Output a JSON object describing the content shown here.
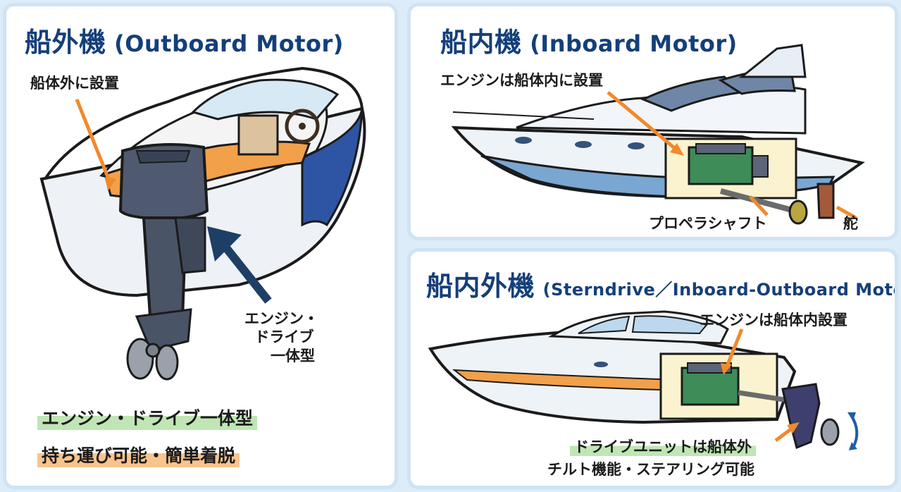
{
  "outboard": {
    "title_jp": "船外機",
    "title_en": "(Outboard Motor)",
    "label_mount": "船体外に設置",
    "label_integrated_lines": [
      "エンジン・",
      "ドライブ",
      "一体型"
    ],
    "highlight_1": "エンジン・ドライブ一体型",
    "highlight_2": "持ち運び可能・簡単着脱"
  },
  "inboard": {
    "title_jp": "船内機",
    "title_en": "(Inboard Motor)",
    "label_engine": "エンジンは船体内に設置",
    "label_shaft": "プロペラシャフト",
    "label_rudder": "舵"
  },
  "sterndrive": {
    "title_jp": "船内外機",
    "title_en": "(Sterndrive／Inboard-Outboard Motor)",
    "label_engine": "エンジンは船体内設置",
    "label_drive": "ドライブユニットは船体外",
    "label_tilt": "チルト機能・ステアリング可能"
  },
  "colors": {
    "title": "#143f7a",
    "arrow_orange": "#f08a2c",
    "arrow_navy": "#1d3f66",
    "highlight_green": "#bfe6b4",
    "highlight_orange": "#f7c48c",
    "panel_border": "#cfe3f4"
  }
}
